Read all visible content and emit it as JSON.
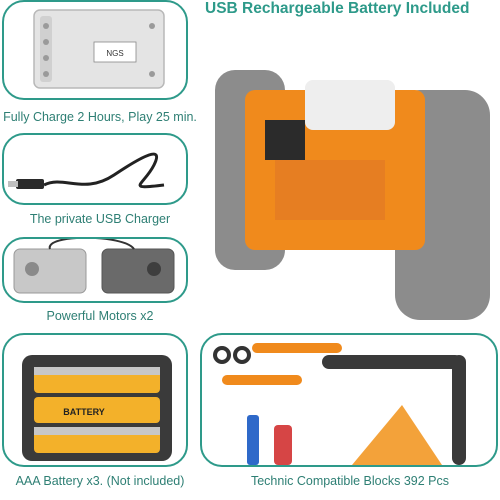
{
  "heading": "USB Rechargeable Battery Included",
  "panels": {
    "battery_box": {
      "caption": "Fully Charge 2 Hours, Play 25 min.",
      "label": "NGS"
    },
    "usb_charger": {
      "caption": "The private USB Charger"
    },
    "motors": {
      "caption": "Powerful Motors x2"
    },
    "aaa_battery": {
      "caption": "AAA Battery x3. (Not included)",
      "cell_label": "BATTERY"
    },
    "blocks": {
      "caption": "Technic Compatible Blocks 392 Pcs"
    }
  },
  "colors": {
    "accent": "#2e9a8a",
    "orange": "#f08a1c",
    "grey": "#9a9a9a",
    "dark": "#2b2b2b"
  }
}
